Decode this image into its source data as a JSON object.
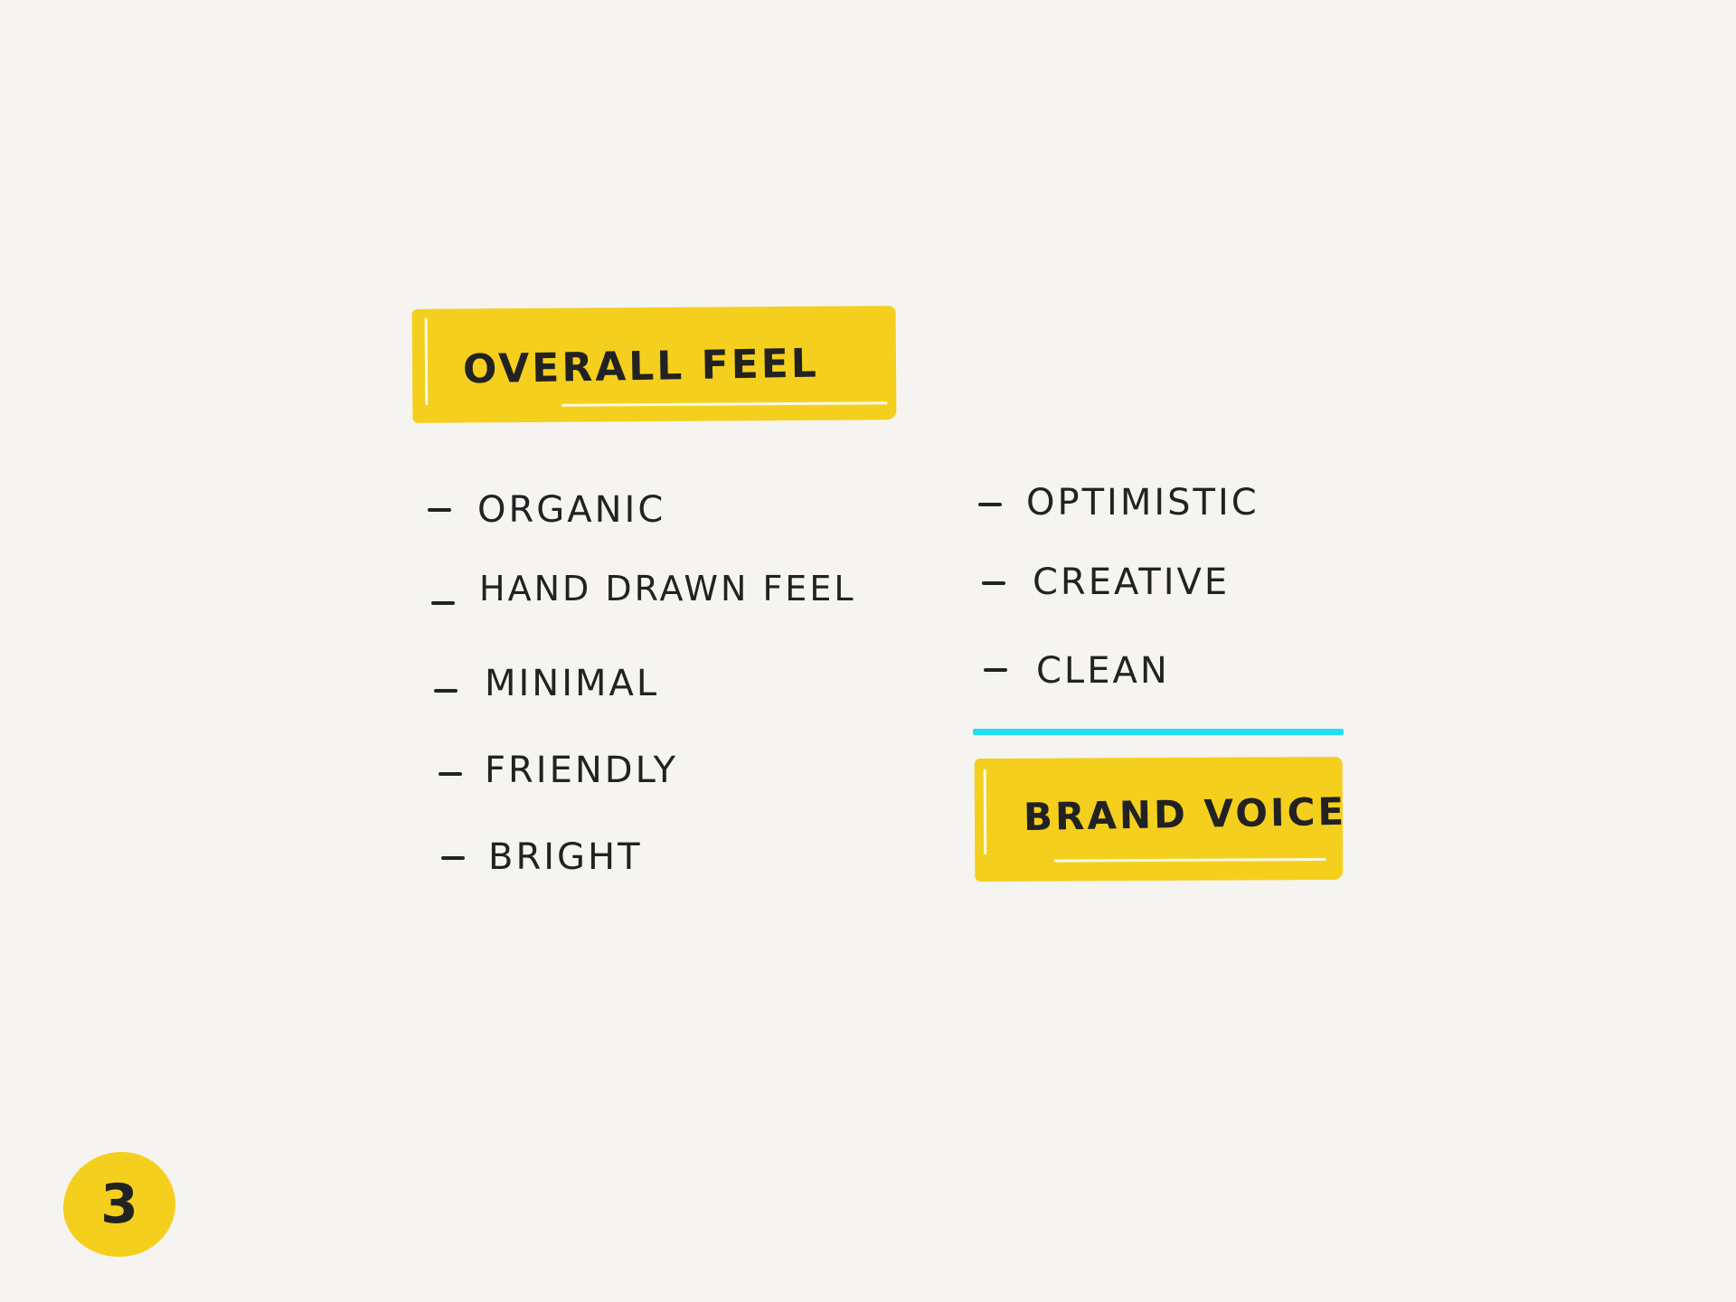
{
  "sections": {
    "overall_feel": {
      "title": "OVERALL FEEL",
      "items": [
        "ORGANIC",
        "HAND DRAWN FEEL",
        "MINIMAL",
        "FRIENDLY",
        "BRIGHT"
      ]
    },
    "right_list": {
      "items": [
        "OPTIMISTIC",
        "CREATIVE",
        "CLEAN"
      ]
    },
    "brand_voice": {
      "title": "BRAND VOICE"
    }
  },
  "page_number": "3",
  "colors": {
    "background": "#f5f4f0",
    "highlight": "#f5cf1e",
    "ink": "#222222",
    "accent_line": "#1fe0f0"
  }
}
